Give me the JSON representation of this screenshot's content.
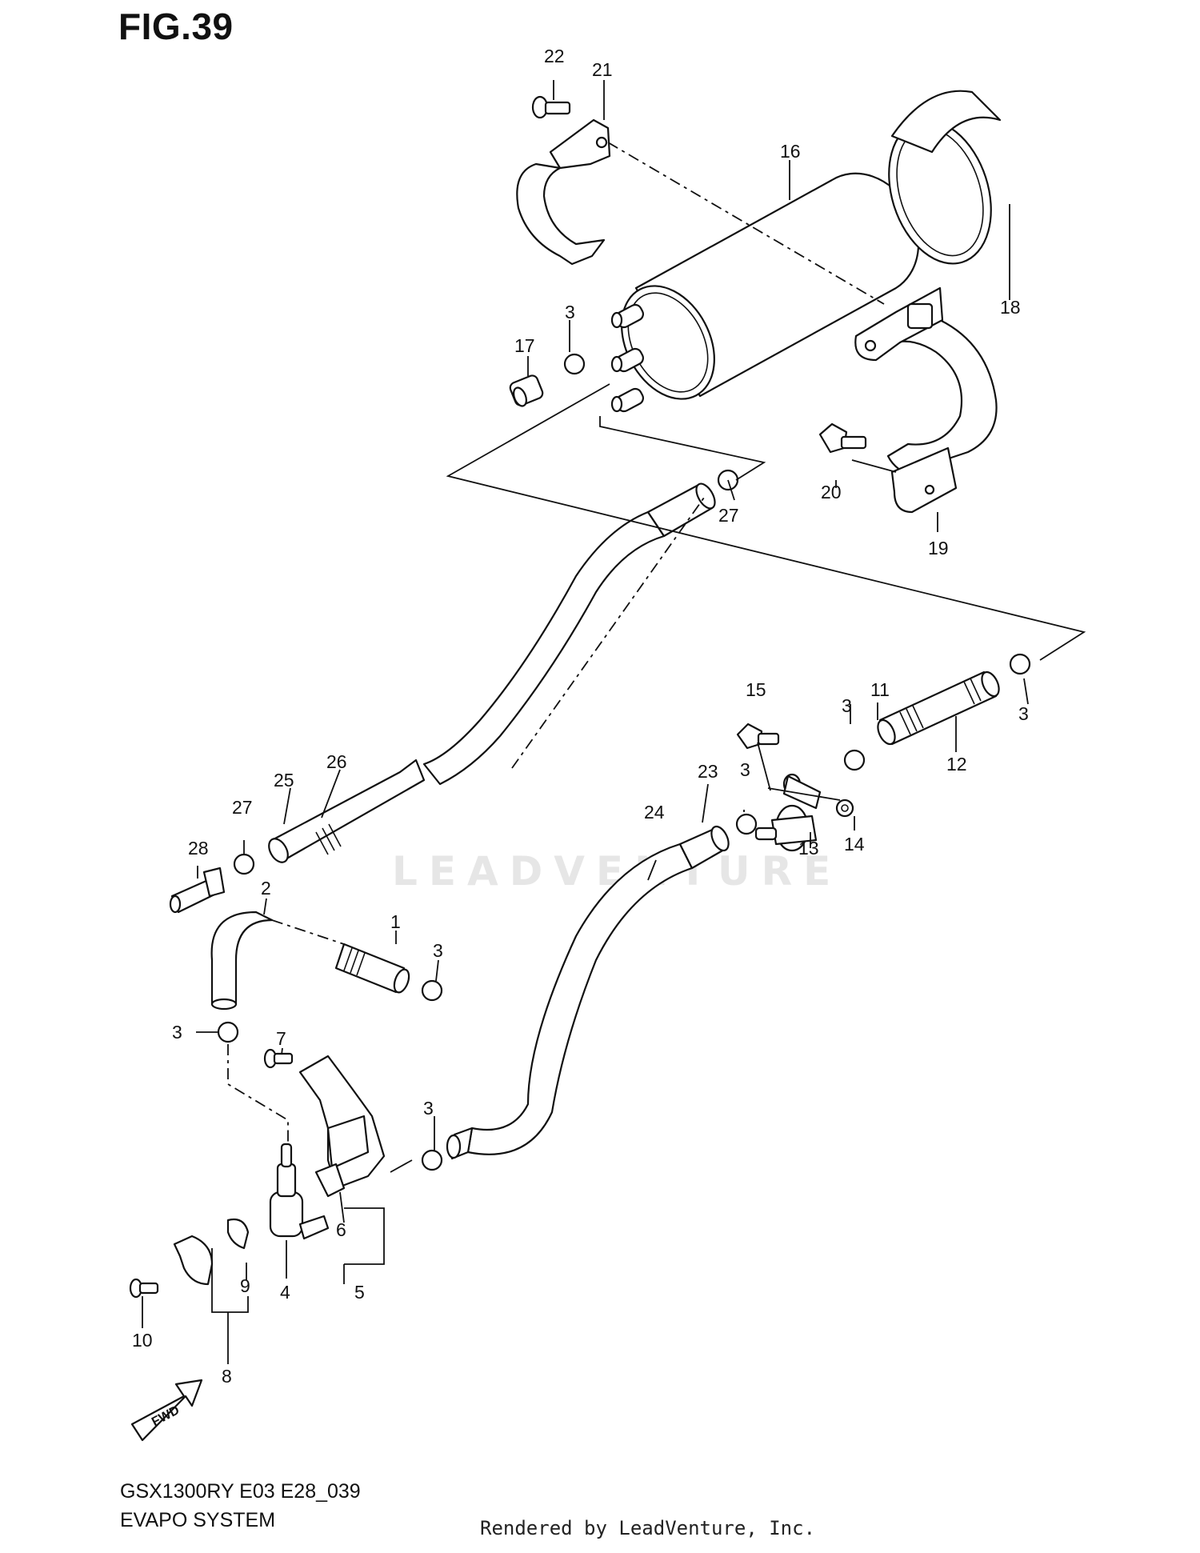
{
  "figure_title": "FIG.39",
  "model_code": "GSX1300RY E03 E28_039",
  "section_name": "EVAPO SYSTEM",
  "rendered_by": "Rendered by LeadVenture, Inc.",
  "watermark_text": "LEADVENTURE",
  "fwd_label": "FWD",
  "callouts": {
    "c1": "1",
    "c2": "2",
    "c3a": "3",
    "c3b": "3",
    "c3c": "3",
    "c3d": "3",
    "c3e": "3",
    "c3f": "3",
    "c3g": "3",
    "c4": "4",
    "c5": "5",
    "c6": "6",
    "c7": "7",
    "c8": "8",
    "c9": "9",
    "c10": "10",
    "c11": "11",
    "c12": "12",
    "c13": "13",
    "c14": "14",
    "c15": "15",
    "c16": "16",
    "c17": "17",
    "c18": "18",
    "c19": "19",
    "c20": "20",
    "c21": "21",
    "c22": "22",
    "c23": "23",
    "c24": "24",
    "c25": "25",
    "c26": "26",
    "c27a": "27",
    "c27b": "27",
    "c28": "28"
  },
  "colors": {
    "line": "#111111",
    "watermark": "#e6e6e6"
  }
}
